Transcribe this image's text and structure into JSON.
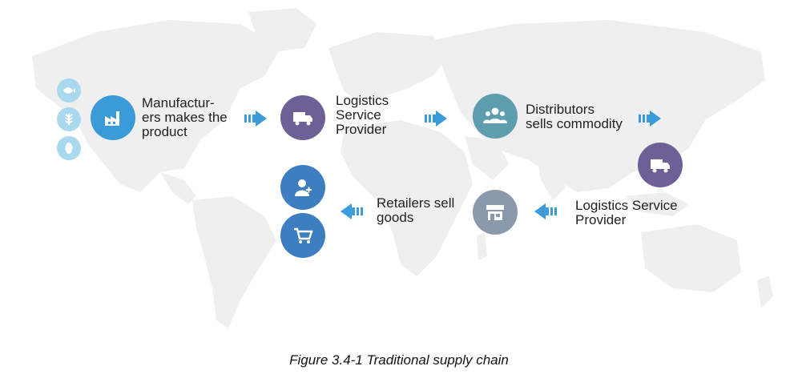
{
  "diagram": {
    "steps": [
      {
        "id": "manufacturer",
        "label_lines": [
          "Manufactur-",
          "ers makes the",
          "product"
        ],
        "icon": "factory-icon"
      },
      {
        "id": "logistics-1",
        "label_lines": [
          "Logistics",
          "Service",
          "Provider"
        ],
        "icon": "truck-icon"
      },
      {
        "id": "distributors",
        "label_lines": [
          "Distributors",
          "sells commodity"
        ],
        "icon": "people-icon"
      },
      {
        "id": "logistics-2",
        "label_lines": [
          "Logistics Service",
          "Provider"
        ],
        "icon": "truck-icon"
      },
      {
        "id": "retailers",
        "label_lines": [
          "Retailers sell",
          "goods"
        ],
        "icon": "store-icon"
      }
    ],
    "inputs_icons": [
      "fish-icon",
      "wheat-icon",
      "grain-icon"
    ],
    "consumer_icons": [
      "consumer-icon",
      "shopping-cart-icon"
    ]
  },
  "caption": "Figure 3.4-1 Traditional supply chain",
  "colors": {
    "map": "#efefef",
    "arrow": "#3b9bd9",
    "small_circle": "#a9d8ef",
    "factory": "#3b9bd9",
    "truck": "#6e5f97",
    "people": "#5d9dad",
    "store": "#8a9aac",
    "consumer": "#3c7ec0"
  }
}
